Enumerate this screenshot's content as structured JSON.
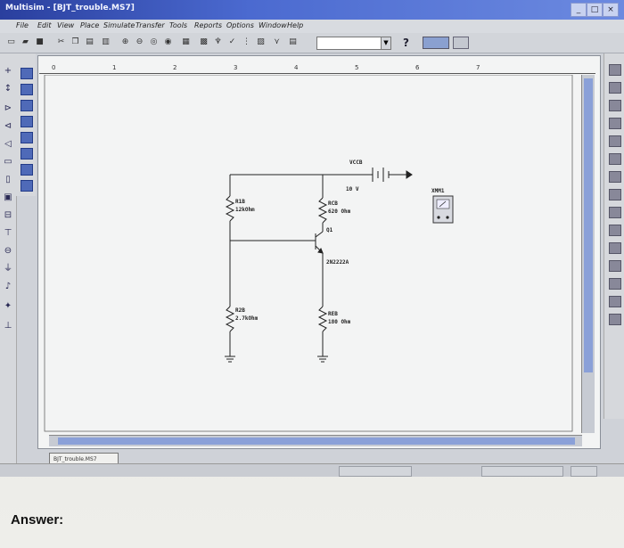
{
  "window": {
    "title": "Multisim - [BJT_trouble.MS7]",
    "controls": [
      "_",
      "□",
      "×"
    ]
  },
  "menu": [
    "File",
    "Edit",
    "View",
    "Place",
    "Simulate",
    "Transfer",
    "Tools",
    "Reports",
    "Options",
    "Window",
    "Help"
  ],
  "toolbar": {
    "help_glyph": "?"
  },
  "ruler": [
    "0",
    "1",
    "2",
    "3",
    "4",
    "5",
    "6",
    "7"
  ],
  "schematic": {
    "vcc_label": "VCCB",
    "vcc_value": "10 V",
    "r1_name": "R1B",
    "r1_value": "12kOhm",
    "rc_name": "RCB",
    "rc_value": "620 Ohm",
    "q_name": "Q1",
    "q_part": "2N2222A",
    "r2_name": "R2B",
    "r2_value": "2.7kOhm",
    "re_name": "REB",
    "re_value": "180 Ohm",
    "meter_label": "XMM1"
  },
  "document_tab": "BJT_trouble.MS7",
  "answer_label": "Answer:"
}
